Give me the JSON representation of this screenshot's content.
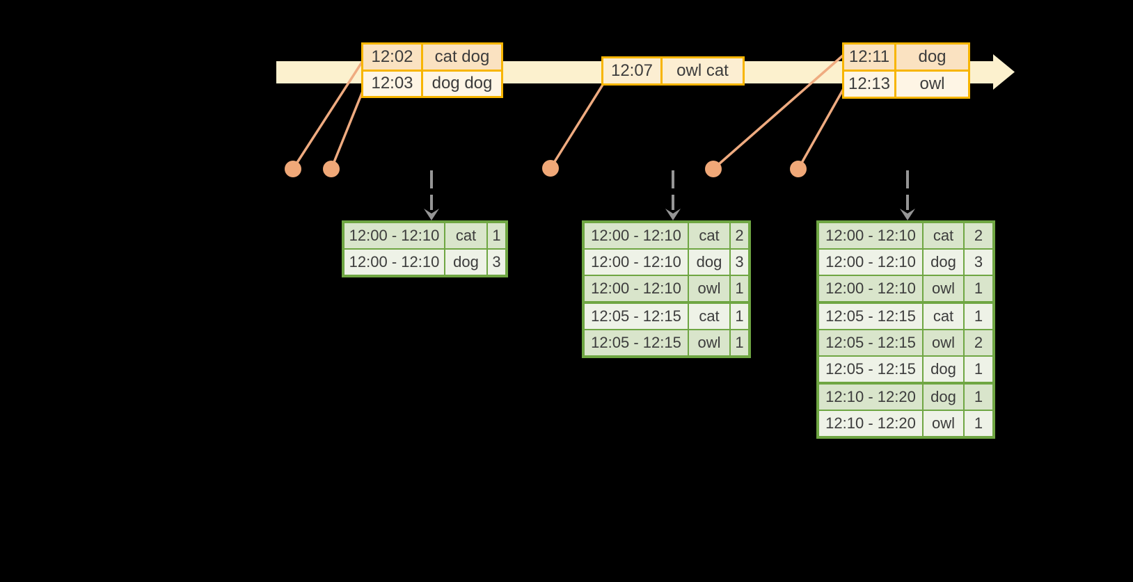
{
  "colors": {
    "background": "#000000",
    "timeline_band": "#fcf1ce",
    "event_box_border": "#f7b500",
    "event_row_dark": "#fae2c1",
    "event_row_light": "#fef5e5",
    "event_row_single": "#fceed2",
    "connector_line": "#efab80",
    "marker_dot": "#f0a878",
    "trigger_arrow": "#969696",
    "table_border": "#6fa643",
    "table_row_dark": "#d9e5cb",
    "table_row_light": "#eef2e7",
    "text": "#3c3c3c"
  },
  "icons": {
    "timeline_arrowhead": "right-pointing cream arrowhead",
    "trigger_arrowhead": "downward gray chevron"
  },
  "events": [
    {
      "rows": [
        {
          "time": "12:02",
          "words": "cat dog"
        },
        {
          "time": "12:03",
          "words": "dog dog"
        }
      ]
    },
    {
      "rows": [
        {
          "time": "12:07",
          "words": "owl cat"
        }
      ]
    },
    {
      "rows": [
        {
          "time": "12:11",
          "words": "dog"
        },
        {
          "time": "12:13",
          "words": "owl"
        }
      ]
    }
  ],
  "tables": [
    {
      "groups": [
        {
          "rows": [
            {
              "window": "12:00 - 12:10",
              "word": "cat",
              "count": 1
            },
            {
              "window": "12:00 - 12:10",
              "word": "dog",
              "count": 3
            }
          ]
        }
      ]
    },
    {
      "groups": [
        {
          "rows": [
            {
              "window": "12:00 - 12:10",
              "word": "cat",
              "count": 2
            },
            {
              "window": "12:00 - 12:10",
              "word": "dog",
              "count": 3
            },
            {
              "window": "12:00 - 12:10",
              "word": "owl",
              "count": 1
            }
          ]
        },
        {
          "rows": [
            {
              "window": "12:05 - 12:15",
              "word": "cat",
              "count": 1
            },
            {
              "window": "12:05 - 12:15",
              "word": "owl",
              "count": 1
            }
          ]
        }
      ]
    },
    {
      "groups": [
        {
          "rows": [
            {
              "window": "12:00 - 12:10",
              "word": "cat",
              "count": 2
            },
            {
              "window": "12:00 - 12:10",
              "word": "dog",
              "count": 3
            },
            {
              "window": "12:00 - 12:10",
              "word": "owl",
              "count": 1
            }
          ]
        },
        {
          "rows": [
            {
              "window": "12:05 - 12:15",
              "word": "cat",
              "count": 1
            },
            {
              "window": "12:05 - 12:15",
              "word": "owl",
              "count": 2
            },
            {
              "window": "12:05 - 12:15",
              "word": "dog",
              "count": 1
            }
          ]
        },
        {
          "rows": [
            {
              "window": "12:10 - 12:20",
              "word": "dog",
              "count": 1
            },
            {
              "window": "12:10 - 12:20",
              "word": "owl",
              "count": 1
            }
          ]
        }
      ]
    }
  ]
}
